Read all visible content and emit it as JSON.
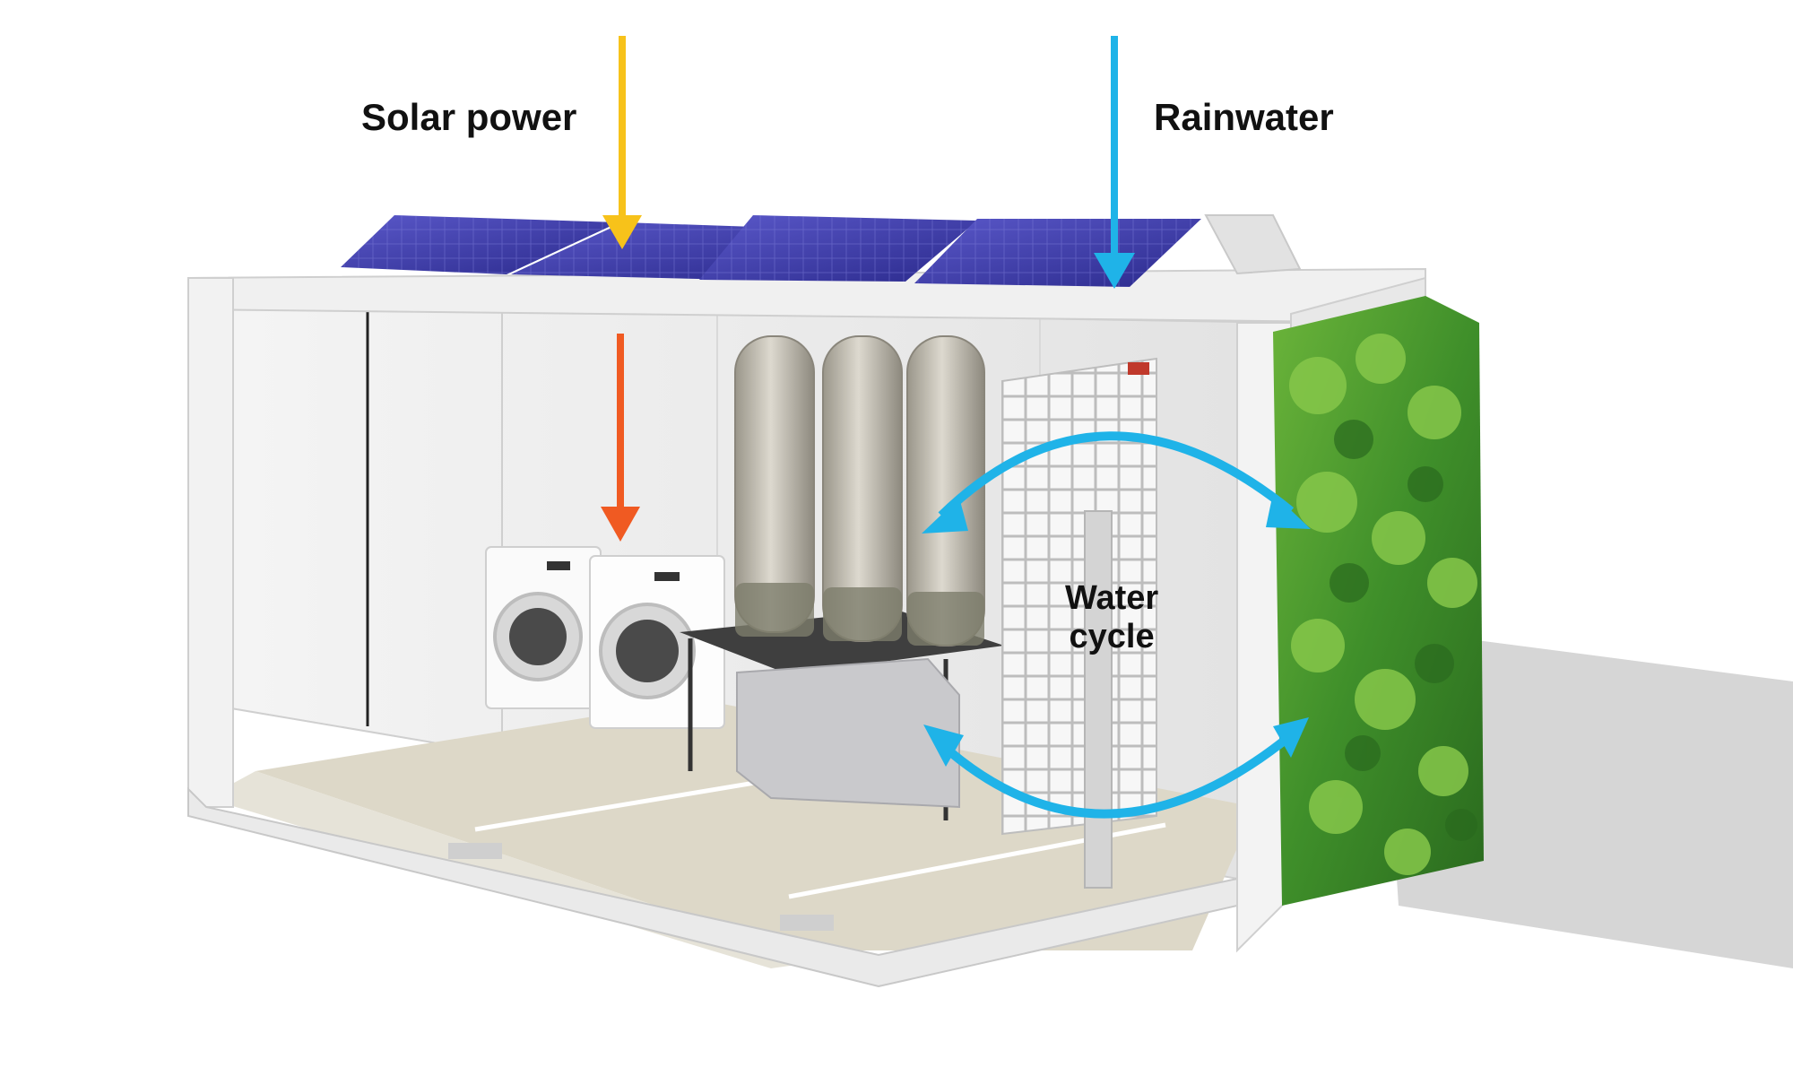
{
  "labels": {
    "solar_power": "Solar power",
    "rainwater": "Rainwater",
    "water_cycle_line1": "Water",
    "water_cycle_line2": "cycle"
  },
  "colors": {
    "solar_arrow": "#f7c21a",
    "rain_arrow": "#1fb3e8",
    "energy_arrow": "#f05a22",
    "cycle_arrow": "#1fb3e8",
    "solar_panel": "#3b3aa8",
    "greenery": "#3f8f2a",
    "floor": "#ddd8c8",
    "container_frame": "#eeeeee"
  },
  "icons": [
    "solar-panel-icon",
    "washing-machine-icon",
    "filter-column-icon",
    "water-tank-icon",
    "green-wall-icon"
  ]
}
